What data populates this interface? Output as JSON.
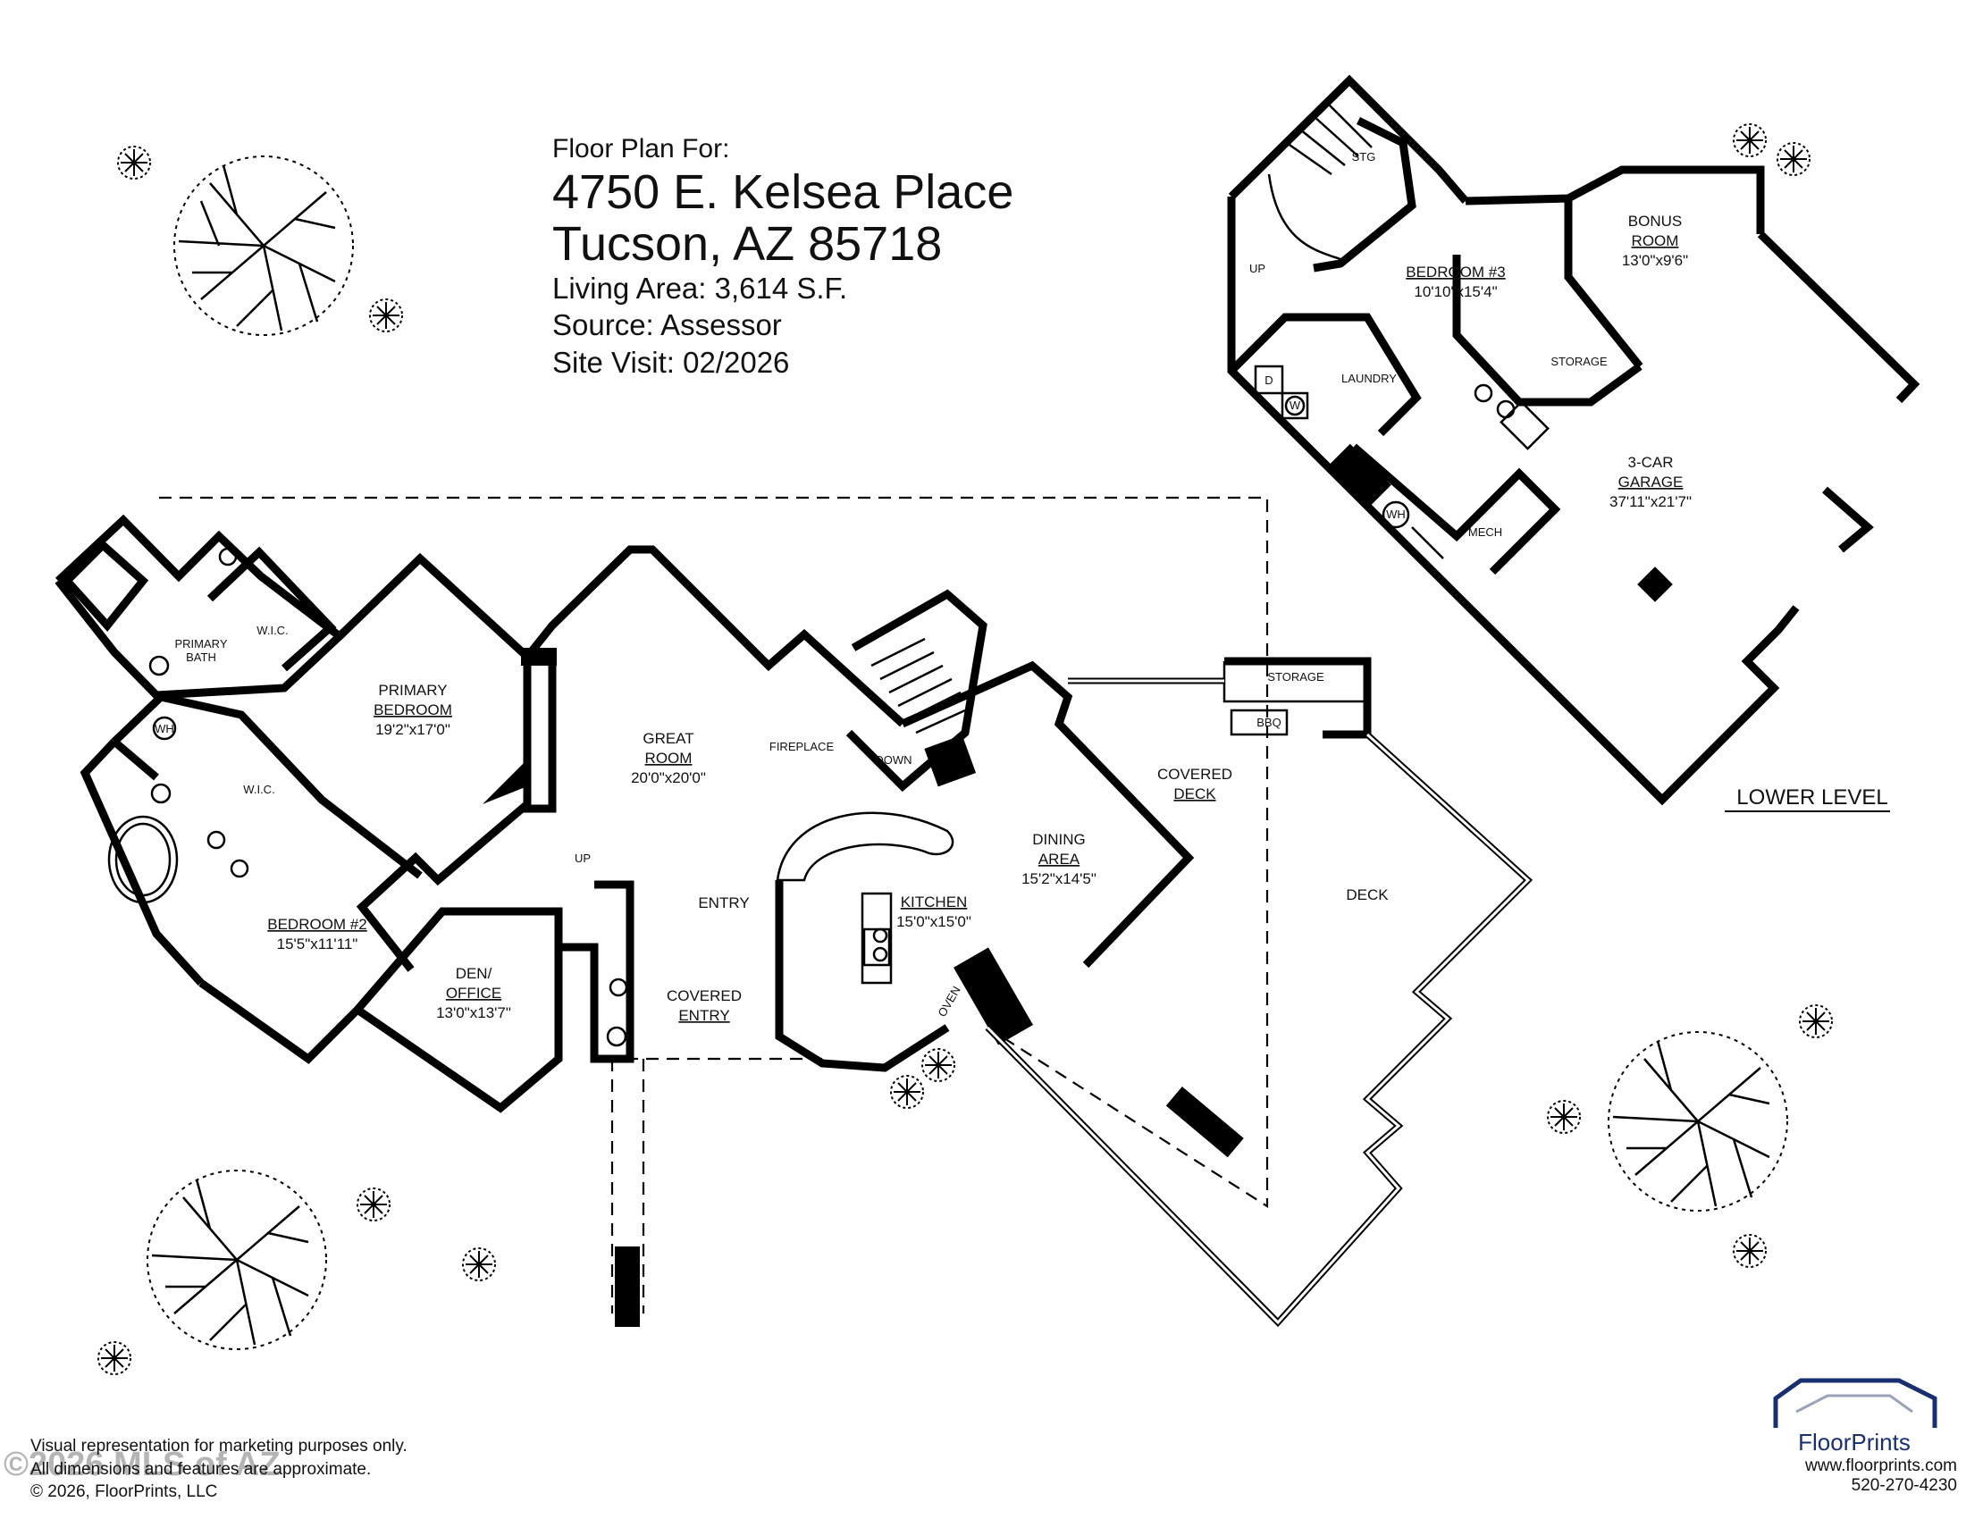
{
  "header": {
    "line1": "Floor Plan For:",
    "street": "4750 E. Kelsea Place",
    "city": "Tucson, AZ  85718",
    "living_area": "Living Area:  3,614 S.F.",
    "source": "Source:  Assessor",
    "site_visit": "Site Visit:  02/2026"
  },
  "rooms": {
    "primary_bath": [
      "PRIMARY",
      "BATH"
    ],
    "wic1": "W.I.C.",
    "wic2": "W.I.C.",
    "wh1": "WH",
    "primary_bedroom": [
      "PRIMARY",
      "BEDROOM"
    ],
    "primary_bedroom_dim": "19'2\"x17'0\"",
    "great_room": [
      "GREAT",
      "ROOM"
    ],
    "great_room_dim": "20'0\"x20'0\"",
    "fireplace": "FIREPLACE",
    "down": "DOWN",
    "up": "UP",
    "bedroom2": "BEDROOM #2",
    "bedroom2_dim": "15'5\"x11'11\"",
    "den": [
      "DEN/",
      "OFFICE"
    ],
    "den_dim": "13'0\"x13'7\"",
    "entry": "ENTRY",
    "covered_entry": [
      "COVERED",
      "ENTRY"
    ],
    "kitchen": "KITCHEN",
    "kitchen_dim": "15'0\"x15'0\"",
    "oven": "OVEN",
    "dining": [
      "DINING",
      "AREA"
    ],
    "dining_dim": "15'2\"x14'5\"",
    "covered_deck": [
      "COVERED",
      "DECK"
    ],
    "storage_main": "STORAGE",
    "bbq": "BBQ",
    "deck": "DECK"
  },
  "lower": {
    "stg": "STG",
    "up": "UP",
    "bedroom3": "BEDROOM #3",
    "bedroom3_dim": "10'10\"x15'4\"",
    "bonus": [
      "BONUS",
      "ROOM"
    ],
    "bonus_dim": "13'0\"x9'6\"",
    "storage": "STORAGE",
    "laundry": "LAUNDRY",
    "dryer": "D",
    "washer": "W",
    "wh": "WH",
    "mech": "MECH",
    "garage": [
      "3-CAR",
      "GARAGE"
    ],
    "garage_dim": "37'11\"x21'7\"",
    "level_label": "LOWER LEVEL"
  },
  "footer": {
    "line1": "Visual representation for marketing purposes only.",
    "line2": "All dimensions and features are approximate.",
    "line3": "© 2026, FloorPrints, LLC",
    "watermark": "©2026 MLS of AZ"
  },
  "logo": {
    "brand": "FloorPrints",
    "website": "www.floorprints.com",
    "phone": "520-270-4230",
    "brand_color": "#1a2f70"
  }
}
